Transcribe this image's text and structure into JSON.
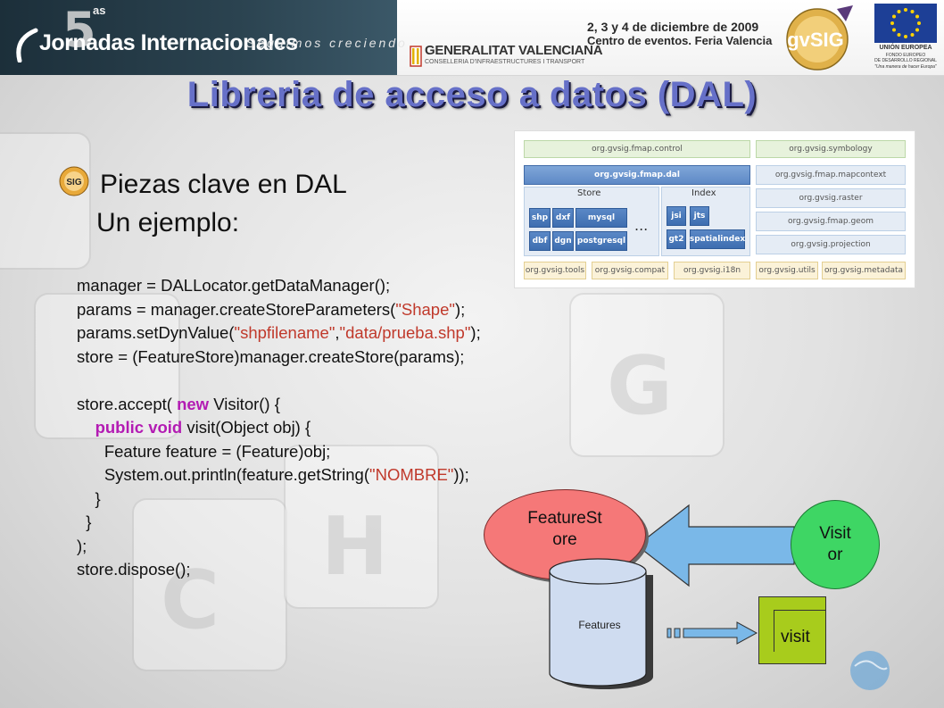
{
  "header": {
    "logo_number": "5",
    "logo_suffix": "as",
    "logo_main": "Jornadas Internacionales",
    "logo_slogan": "Seguimos creciendo",
    "generalitat_name": "GENERALITAT VALENCIANA",
    "generalitat_sub": "CONSELLERIA D'INFRAESTRUCTURES I TRANSPORT",
    "event_date": "2, 3 y 4 de diciembre de 2009",
    "event_place": "Centro de eventos. Feria Valencia",
    "gvsig_logo_text": "gvSIG",
    "eu_line1": "UNIÓN EUROPEA",
    "eu_line2": "FONDO EUROPEO",
    "eu_line3": "DE DESARROLLO REGIONAL",
    "eu_line4": "\"Una manera de hacer Europa\""
  },
  "slide": {
    "title": "Libreria de acceso a datos (DAL)",
    "bullet_icon_text": "SIG",
    "bullet_1": "Piezas clave en DAL",
    "bullet_2": "Un ejemplo:"
  },
  "code": [
    [
      {
        "t": "manager = DALLocator.getDataManager();"
      }
    ],
    [
      {
        "t": "params = manager.createStoreParameters("
      },
      {
        "t": "\"Shape\"",
        "c": "str"
      },
      {
        "t": ");"
      }
    ],
    [
      {
        "t": "params.setDynValue("
      },
      {
        "t": "\"shpfilename\"",
        "c": "str"
      },
      {
        "t": ","
      },
      {
        "t": "\"data/prueba.shp\"",
        "c": "str"
      },
      {
        "t": ");"
      }
    ],
    [
      {
        "t": "store = (FeatureStore)manager.createStore(params);"
      }
    ],
    [
      {
        "t": ""
      }
    ],
    [
      {
        "t": "store.accept( "
      },
      {
        "t": "new",
        "c": "kw"
      },
      {
        "t": " Visitor() {"
      }
    ],
    [
      {
        "t": "    "
      },
      {
        "t": "public",
        "c": "kw"
      },
      {
        "t": " "
      },
      {
        "t": "void",
        "c": "kw"
      },
      {
        "t": " visit(Object obj) {"
      }
    ],
    [
      {
        "t": "      Feature feature = (Feature)obj;"
      }
    ],
    [
      {
        "t": "      System.out.println(feature.getString("
      },
      {
        "t": "\"NOMBRE\"",
        "c": "str"
      },
      {
        "t": "));"
      }
    ],
    [
      {
        "t": "    }"
      }
    ],
    [
      {
        "t": "  }"
      }
    ],
    [
      {
        "t": ");"
      }
    ],
    [
      {
        "t": "store.dispose();"
      }
    ]
  ],
  "architecture": {
    "fmap_control": "org.gvsig.fmap.control",
    "fmap_dal": "org.gvsig.fmap.dal",
    "store_label": "Store",
    "index_label": "Index",
    "store_cells": [
      "shp",
      "dxf",
      "mysql",
      "dbf",
      "dgn",
      "postgresql"
    ],
    "index_cells": [
      "jsi",
      "jts",
      "gt2",
      "spatialindex"
    ],
    "ellipsis": "...",
    "right_column": [
      "org.gvsig.symbology",
      "org.gvsig.fmap.mapcontext",
      "org.gvsig.raster",
      "org.gvsig.fmap.geom",
      "org.gvsig.projection"
    ],
    "bottom_row": [
      "org.gvsig.tools",
      "org.gvsig.compat",
      "org.gvsig.i18n",
      "org.gvsig.utils",
      "org.gvsig.metadata"
    ]
  },
  "diagram": {
    "feature_store": "FeatureSt\nore",
    "visitor": "Visit\nor",
    "features": "Features",
    "visit": "visit",
    "colors": {
      "feature_store": "#f57878",
      "visitor": "#3ed664",
      "visit_box": "#a8cc1c",
      "arrow": "#7ab8e8"
    }
  },
  "colors": {
    "title": "#6670c8",
    "keyword": "#b31bb3",
    "string": "#c0392b"
  }
}
